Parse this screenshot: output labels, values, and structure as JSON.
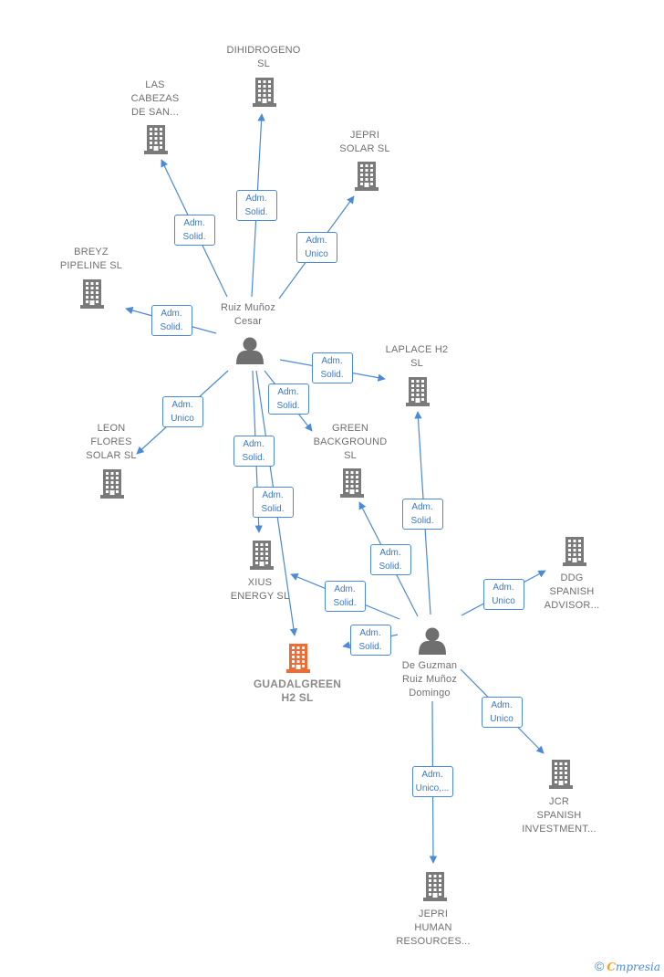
{
  "companies": [
    {
      "id": "c1",
      "label": "DIHIDROGENO\nSL",
      "color": "#7a7a7a"
    },
    {
      "id": "c2",
      "label": "LAS\nCABEZAS\nDE SAN...",
      "color": "#7a7a7a"
    },
    {
      "id": "c3",
      "label": "JEPRI\nSOLAR  SL",
      "color": "#7a7a7a"
    },
    {
      "id": "c4",
      "label": "BREYZ\nPIPELINE  SL",
      "color": "#7a7a7a"
    },
    {
      "id": "c5",
      "label": "LAPLACE H2\nSL",
      "color": "#7a7a7a"
    },
    {
      "id": "c6",
      "label": "LEON\nFLORES\nSOLAR SL",
      "color": "#7a7a7a"
    },
    {
      "id": "c7",
      "label": "GREEN\nBACKGROUND\nSL",
      "color": "#7a7a7a"
    },
    {
      "id": "c8",
      "label": "XIUS\nENERGY  SL",
      "color": "#7a7a7a"
    },
    {
      "id": "c9",
      "label": "GUADALGREEN\nH2  SL",
      "color": "#f26a33",
      "focus": true
    },
    {
      "id": "c10",
      "label": "DDG\nSPANISH\nADVISOR...",
      "color": "#7a7a7a"
    },
    {
      "id": "c11",
      "label": "JCR\nSPANISH\nINVESTMENT...",
      "color": "#7a7a7a"
    },
    {
      "id": "c12",
      "label": "JEPRI\nHUMAN\nRESOURCES...",
      "color": "#7a7a7a"
    }
  ],
  "people": [
    {
      "id": "p1",
      "label": "Ruiz Muñoz\nCesar",
      "color": "#6f6f6f"
    },
    {
      "id": "p2",
      "label": "De Guzman\nRuiz Muñoz\nDomingo",
      "color": "#6f6f6f"
    }
  ],
  "edges": [
    {
      "from": "p1",
      "to": "c1",
      "label": "Adm.\nSolid."
    },
    {
      "from": "p1",
      "to": "c2",
      "label": "Adm.\nSolid."
    },
    {
      "from": "p1",
      "to": "c3",
      "label": "Adm.\nUnico"
    },
    {
      "from": "p1",
      "to": "c4",
      "label": "Adm.\nSolid."
    },
    {
      "from": "p1",
      "to": "c5",
      "label": "Adm.\nSolid."
    },
    {
      "from": "p1",
      "to": "c6",
      "label": "Adm.\nUnico"
    },
    {
      "from": "p1",
      "to": "c7",
      "label": "Adm.\nSolid."
    },
    {
      "from": "p1",
      "to": "c8",
      "label": "Adm.\nSolid."
    },
    {
      "from": "p1",
      "to": "c9",
      "label": "Adm.\nSolid."
    },
    {
      "from": "p2",
      "to": "c5",
      "label": "Adm.\nSolid."
    },
    {
      "from": "p2",
      "to": "c7",
      "label": "Adm.\nSolid."
    },
    {
      "from": "p2",
      "to": "c8",
      "label": "Adm.\nSolid."
    },
    {
      "from": "p2",
      "to": "c9",
      "label": "Adm.\nSolid."
    },
    {
      "from": "p2",
      "to": "c10",
      "label": "Adm.\nUnico"
    },
    {
      "from": "p2",
      "to": "c11",
      "label": "Adm.\nUnico"
    },
    {
      "from": "p2",
      "to": "c12",
      "label": "Adm.\nUnico,..."
    }
  ],
  "colors": {
    "edge": "#4a8ad8",
    "building": "#7a7a7a",
    "focus": "#f26a33",
    "person": "#6f6f6f"
  },
  "footer": {
    "copyright": "©",
    "brand_first": "C",
    "brand_rest": "mpresia"
  }
}
